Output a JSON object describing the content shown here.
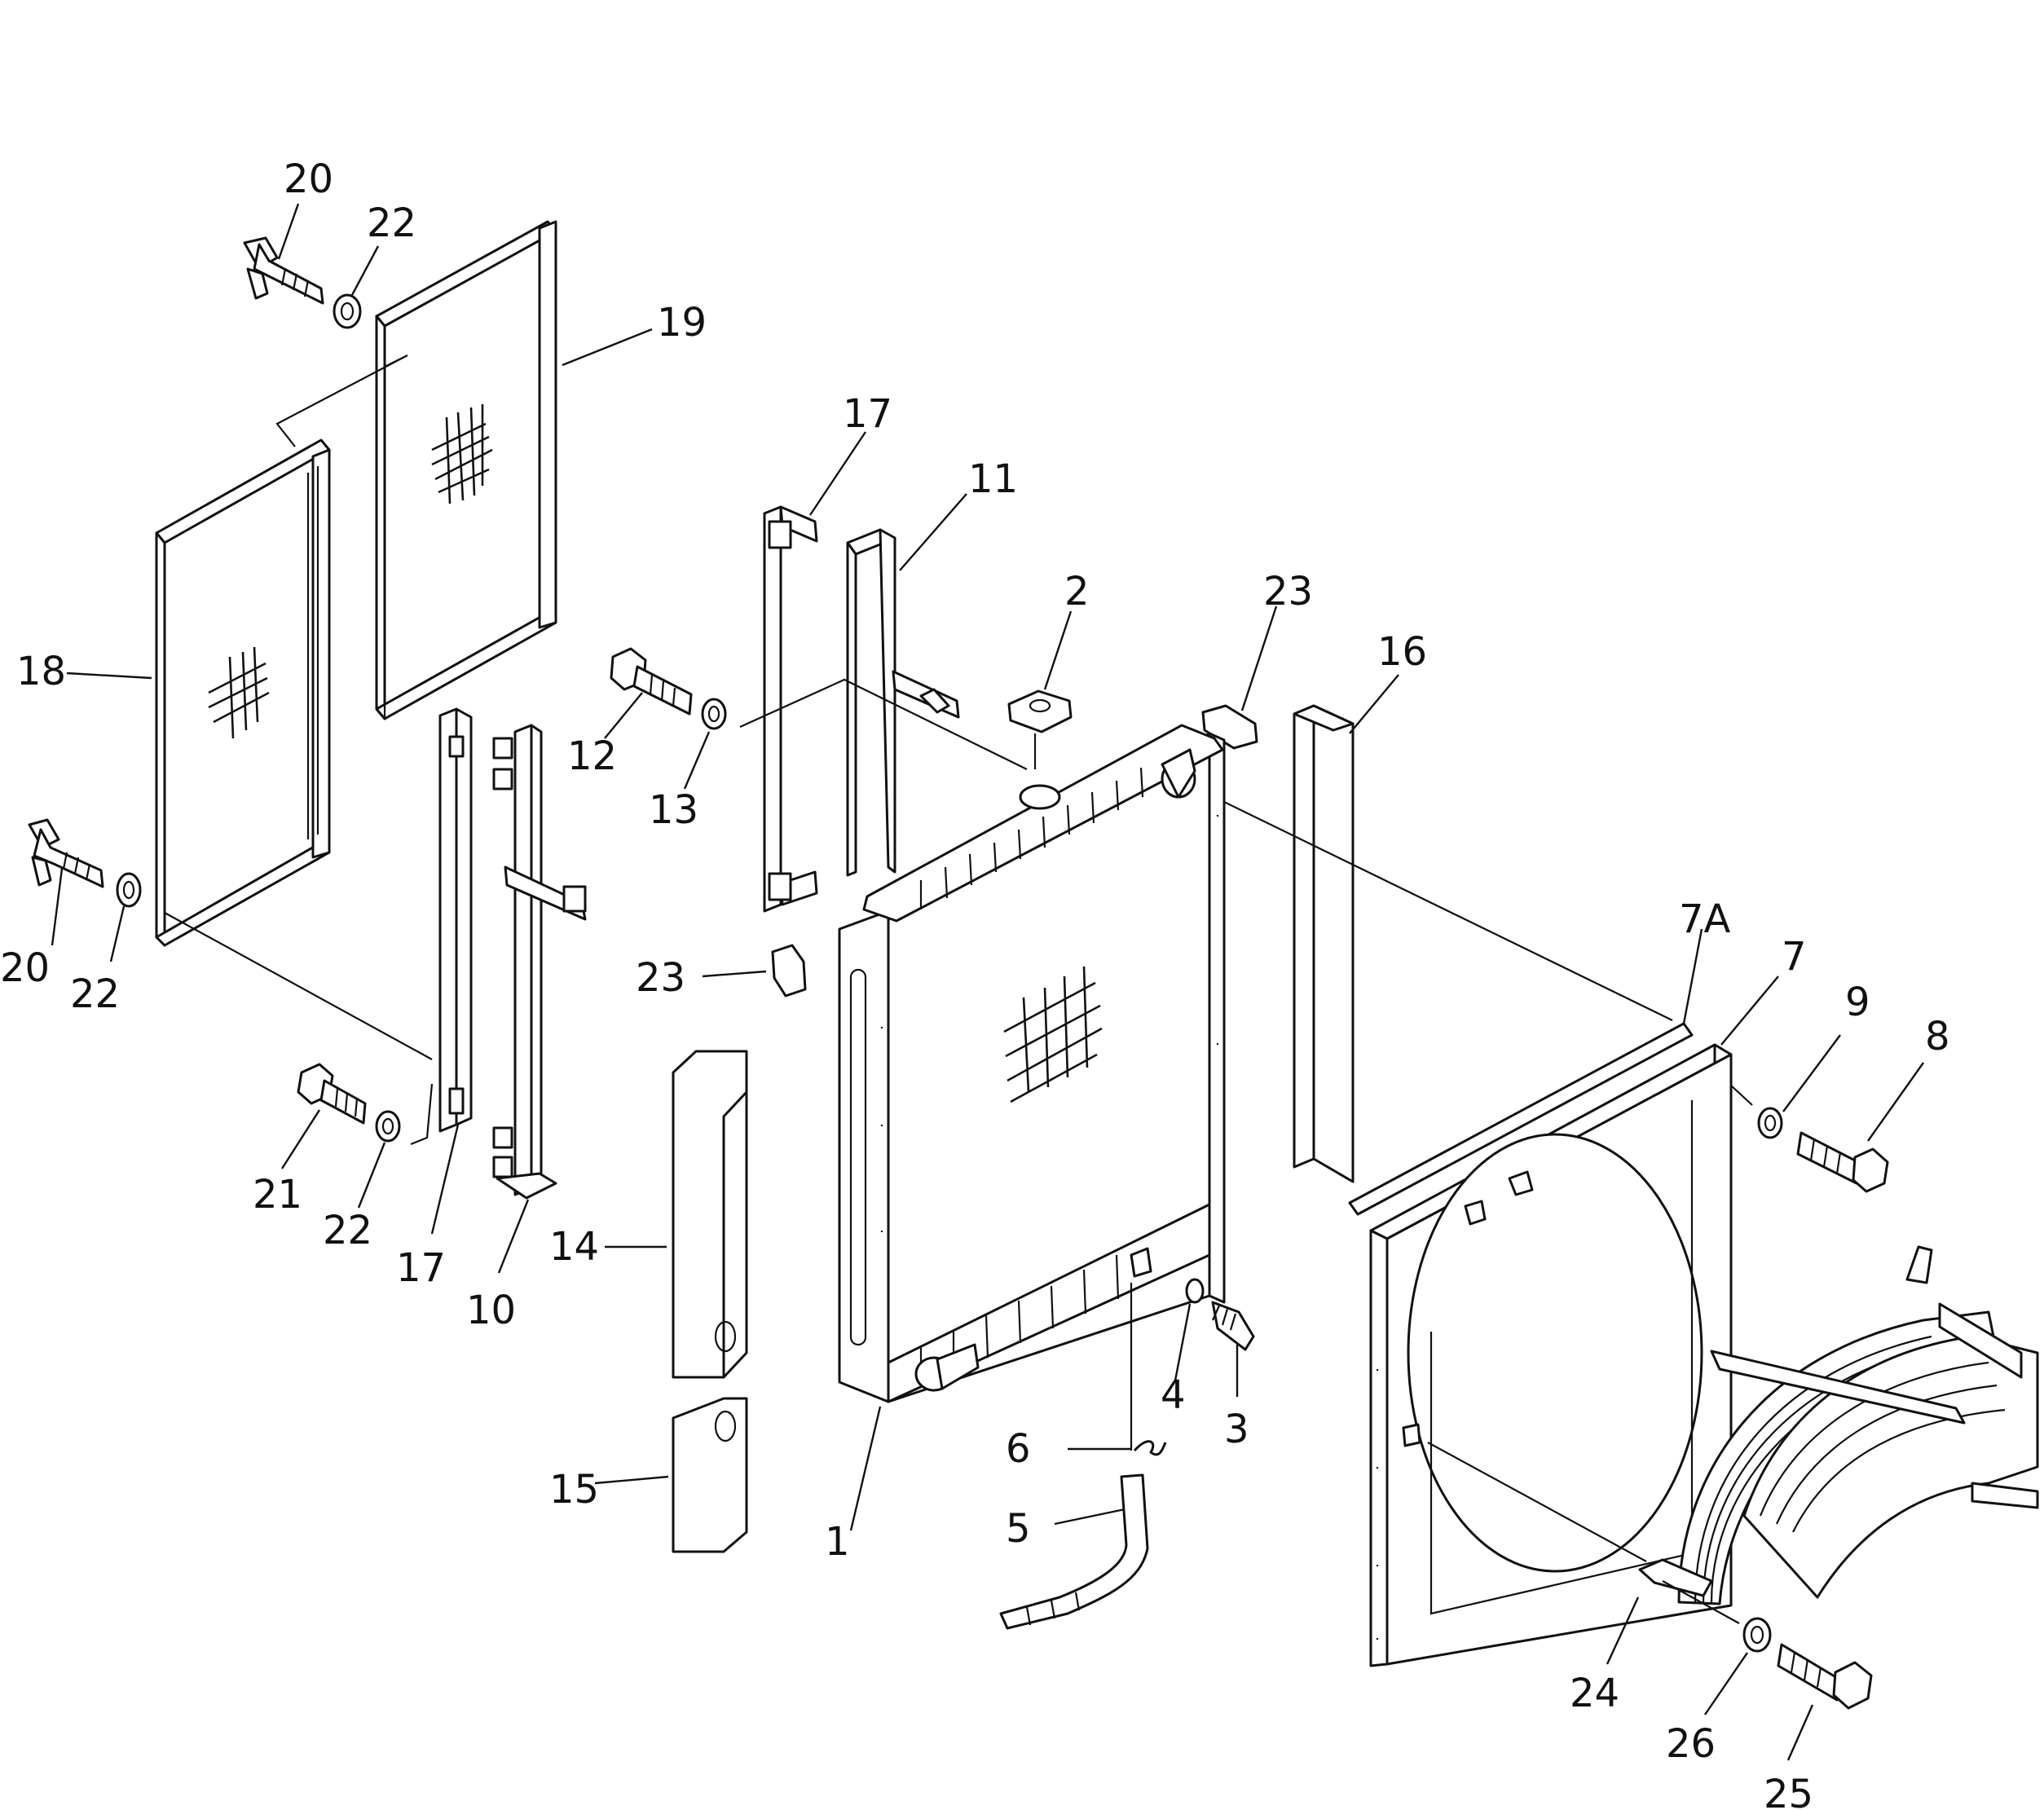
{
  "diagram": {
    "callouts": [
      {
        "id": "c20a",
        "text": "20"
      },
      {
        "id": "c22a",
        "text": "22"
      },
      {
        "id": "c19",
        "text": "19"
      },
      {
        "id": "c17a",
        "text": "17"
      },
      {
        "id": "c11",
        "text": "11"
      },
      {
        "id": "c2",
        "text": "2"
      },
      {
        "id": "c23a",
        "text": "23"
      },
      {
        "id": "c16",
        "text": "16"
      },
      {
        "id": "c18",
        "text": "18"
      },
      {
        "id": "c12",
        "text": "12"
      },
      {
        "id": "c13",
        "text": "13"
      },
      {
        "id": "c20b",
        "text": "20"
      },
      {
        "id": "c22b",
        "text": "22"
      },
      {
        "id": "c23b",
        "text": "23"
      },
      {
        "id": "c7A",
        "text": "7A"
      },
      {
        "id": "c7",
        "text": "7"
      },
      {
        "id": "c9",
        "text": "9"
      },
      {
        "id": "c8",
        "text": "8"
      },
      {
        "id": "c21",
        "text": "21"
      },
      {
        "id": "c22c",
        "text": "22"
      },
      {
        "id": "c17b",
        "text": "17"
      },
      {
        "id": "c10",
        "text": "10"
      },
      {
        "id": "c14",
        "text": "14"
      },
      {
        "id": "c4",
        "text": "4"
      },
      {
        "id": "c3",
        "text": "3"
      },
      {
        "id": "c6",
        "text": "6"
      },
      {
        "id": "c15",
        "text": "15"
      },
      {
        "id": "c5",
        "text": "5"
      },
      {
        "id": "c1",
        "text": "1"
      },
      {
        "id": "c24",
        "text": "24"
      },
      {
        "id": "c26",
        "text": "26"
      },
      {
        "id": "c25",
        "text": "25"
      }
    ]
  }
}
